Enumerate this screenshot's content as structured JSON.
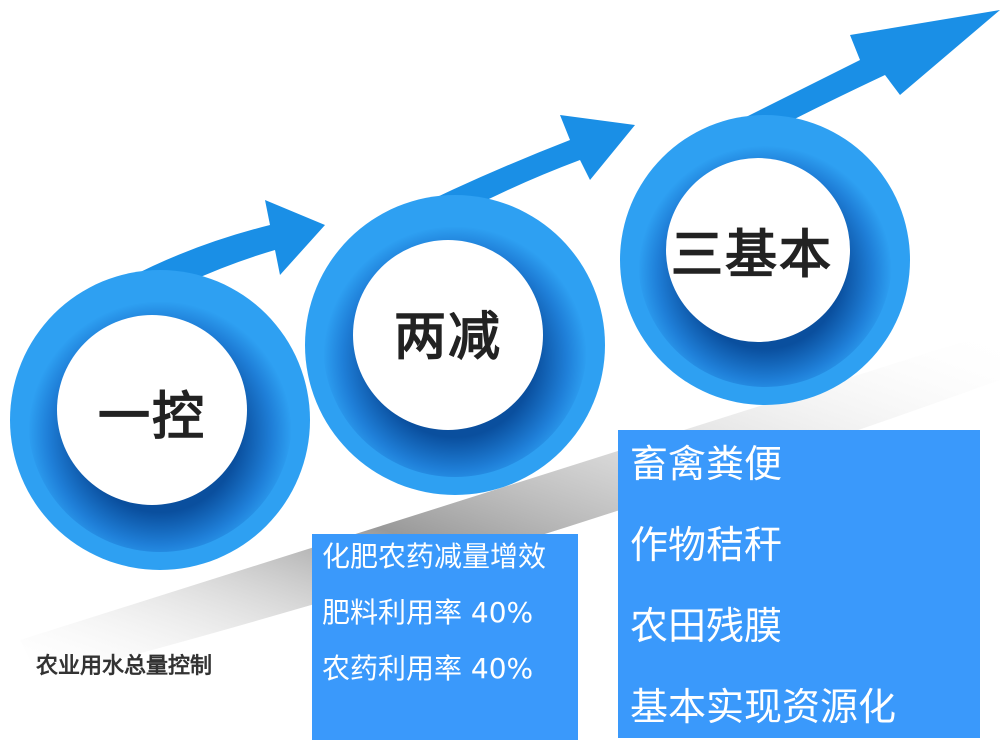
{
  "steps": [
    {
      "title": "一控",
      "caption": "农业用水总量控制"
    },
    {
      "title": "两减",
      "items": [
        "化肥农药减量增效",
        "肥料利用率 40%",
        "农药利用率 40%"
      ]
    },
    {
      "title": "三基本",
      "items": [
        "畜禽粪便",
        "作物秸秆",
        "农田残膜",
        "基本实现资源化"
      ]
    }
  ],
  "colors": {
    "ring": "#1a8fe6",
    "ring_dark": "#0a5fb0",
    "box": "#3a99fb"
  }
}
